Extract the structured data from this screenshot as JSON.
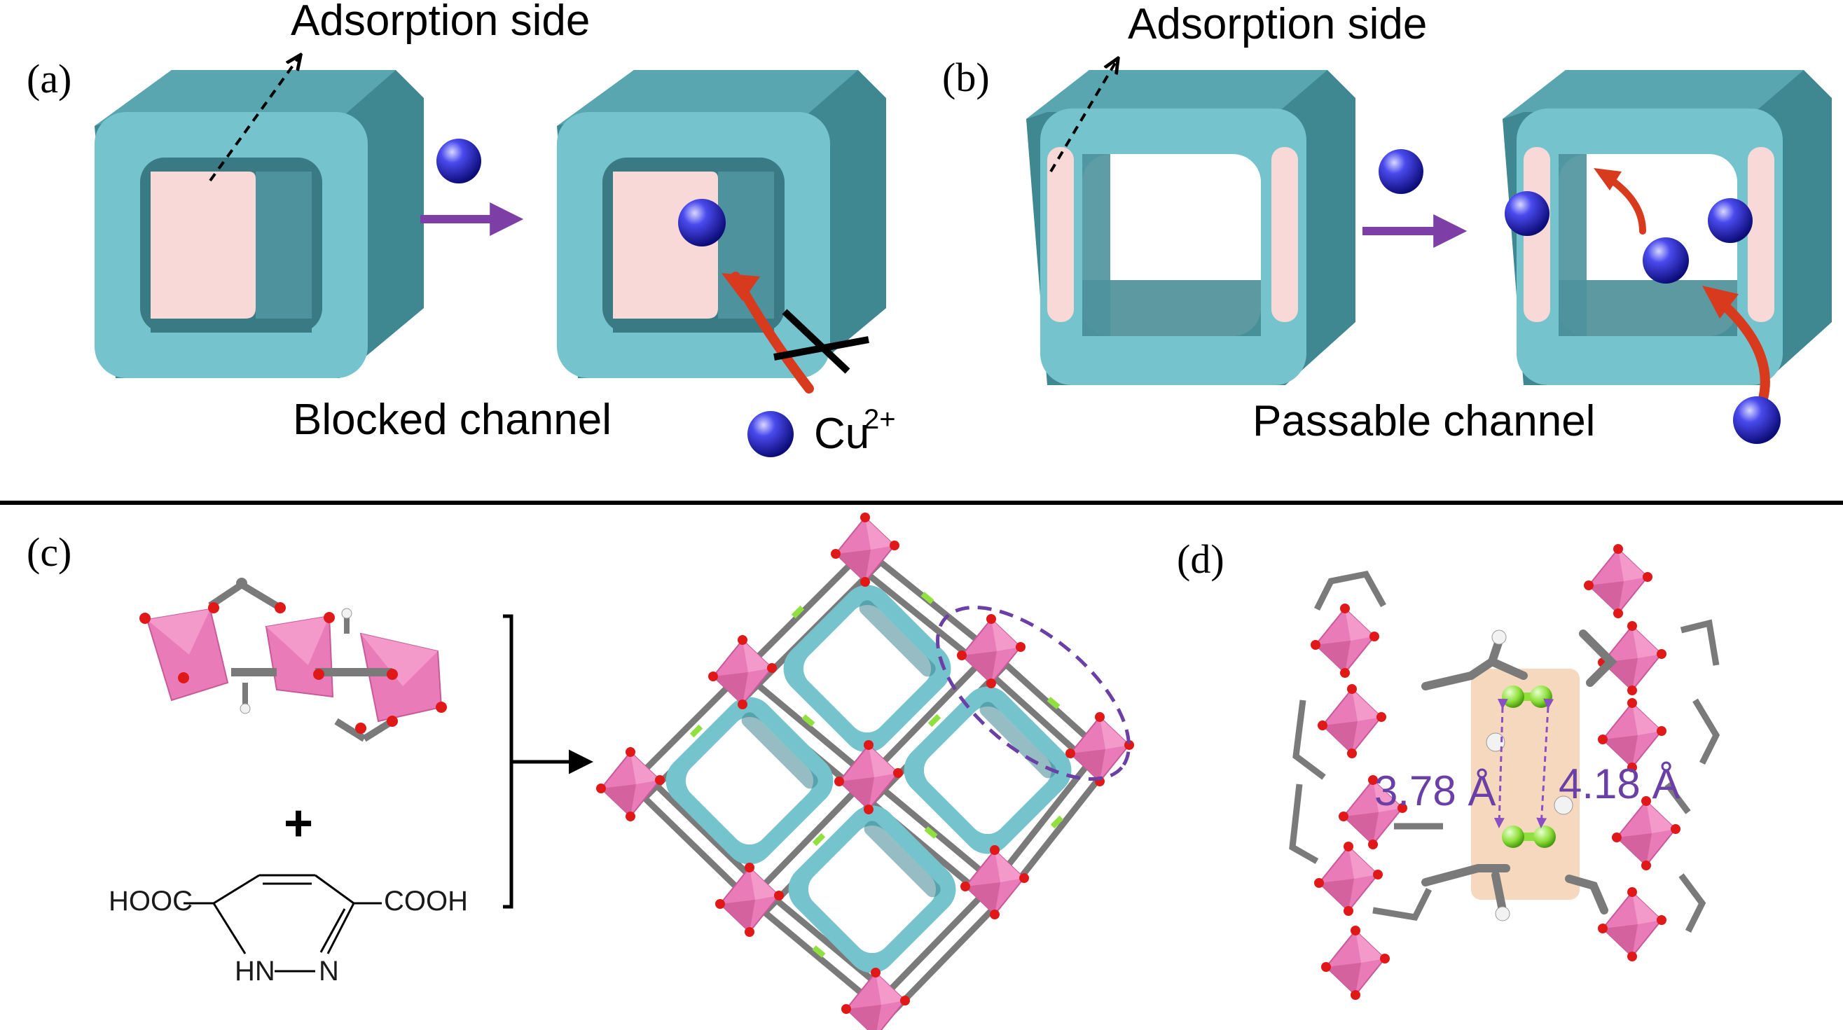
{
  "panels": {
    "a": {
      "label": "(a)",
      "adsorption_label": "Adsorption side",
      "caption": "Blocked channel",
      "ion_label": "Cu",
      "ion_charge": "2+"
    },
    "b": {
      "label": "(b)",
      "adsorption_label": "Adsorption side",
      "caption": "Passable channel"
    },
    "c": {
      "label": "(c)",
      "plus": "+",
      "ligand_left": "HOOC",
      "ligand_right": "COOH",
      "ring_n_h": "HN",
      "ring_n": "N"
    },
    "d": {
      "label": "(d)",
      "distance_1": "3.78 Å",
      "distance_2": "4.18 Å"
    }
  },
  "colors": {
    "frame_front": "#74c3cd",
    "frame_side": "#3f8791",
    "frame_top": "#5aa6b0",
    "adsorption_face": "#f8d9d7",
    "cu_ion": "#2323cc",
    "process_arrow": "#7d3fa6",
    "curved_arrow": "#d83a1e",
    "polyhedron": "#e87bb8",
    "oxygen": "#e01818",
    "carbon": "#7a7a7a",
    "hydrogen": "#f2f2f2",
    "ring_highlight": "#f6d8bf",
    "green_atom": "#90e040"
  }
}
